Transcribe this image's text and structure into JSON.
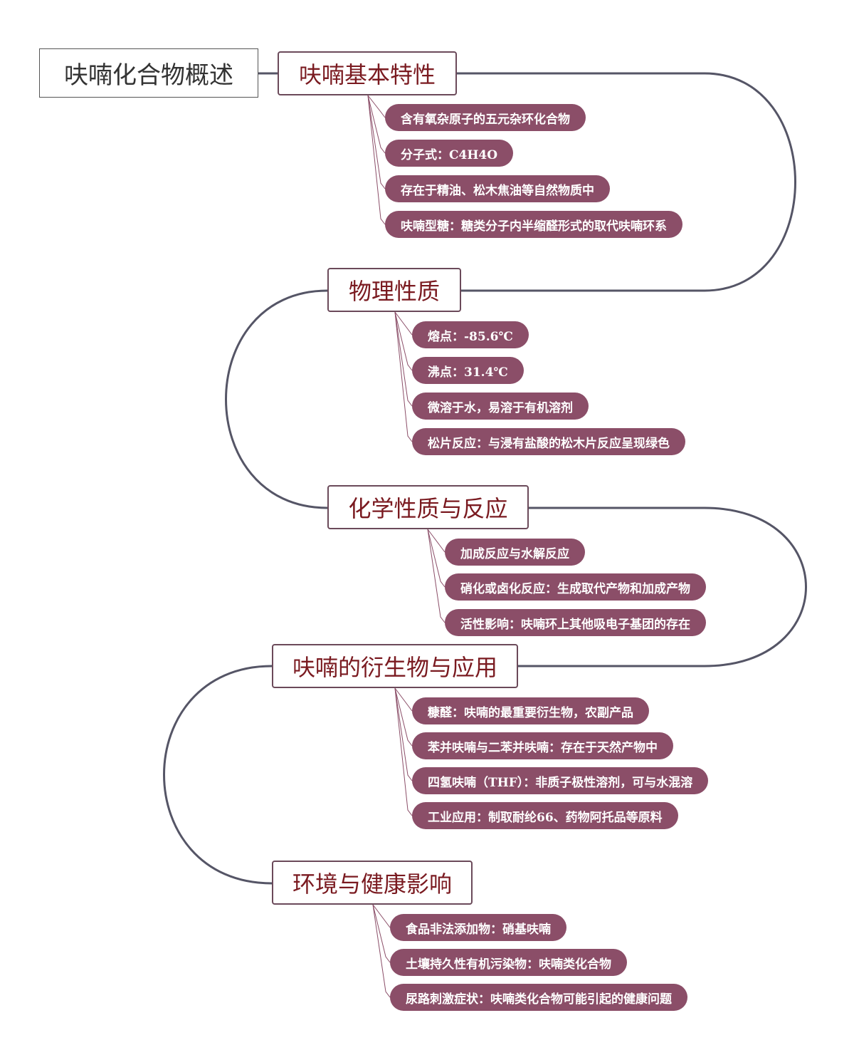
{
  "root": {
    "title": "呋喃化合物概述"
  },
  "colors": {
    "section_text": "#7a1a20",
    "leaf_fill": "#8b4e68",
    "curve": "#555566",
    "branch": "#8b4e68"
  },
  "sections": [
    {
      "title": "呋喃基本特性",
      "items": [
        "含有氧杂原子的五元杂环化合物",
        "分子式：C4H4O",
        "存在于精油、松木焦油等自然物质中",
        "呋喃型糖：糖类分子内半缩醛形式的取代呋喃环系"
      ]
    },
    {
      "title": "物理性质",
      "items": [
        "熔点：-85.6℃",
        "沸点：31.4℃",
        "微溶于水，易溶于有机溶剂",
        "松片反应：与浸有盐酸的松木片反应呈现绿色"
      ]
    },
    {
      "title": "化学性质与反应",
      "items": [
        "加成反应与水解反应",
        "硝化或卤化反应：生成取代产物和加成产物",
        "活性影响：呋喃环上其他吸电子基团的存在"
      ]
    },
    {
      "title": "呋喃的衍生物与应用",
      "items": [
        "糠醛：呋喃的最重要衍生物，农副产品",
        "苯并呋喃与二苯并呋喃：存在于天然产物中",
        "四氢呋喃（THF）：非质子极性溶剂，可与水混溶",
        "工业应用：制取耐纶66、药物阿托品等原料"
      ]
    },
    {
      "title": "环境与健康影响",
      "items": [
        "食品非法添加物：硝基呋喃",
        "土壤持久性有机污染物：呋喃类化合物",
        "尿路刺激症状：呋喃类化合物可能引起的健康问题"
      ]
    }
  ]
}
